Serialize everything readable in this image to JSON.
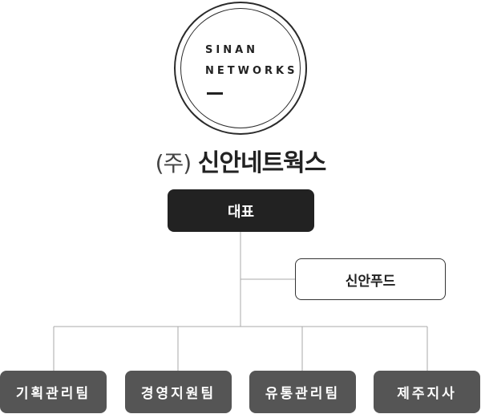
{
  "logo": {
    "line1": "SINAN",
    "line2": "NETWORKS"
  },
  "company": {
    "prefix": "(주)",
    "name": "신안네트웍스"
  },
  "org": {
    "ceo": "대표",
    "affiliate": "신안푸드",
    "departments": [
      {
        "label": "기획관리팀"
      },
      {
        "label": "경영지원팀"
      },
      {
        "label": "유통관리팀"
      },
      {
        "label": "제주지사"
      }
    ]
  },
  "colors": {
    "ceo_fill": "#222222",
    "dept_fill": "#555555",
    "line": "#aaaaaa"
  }
}
